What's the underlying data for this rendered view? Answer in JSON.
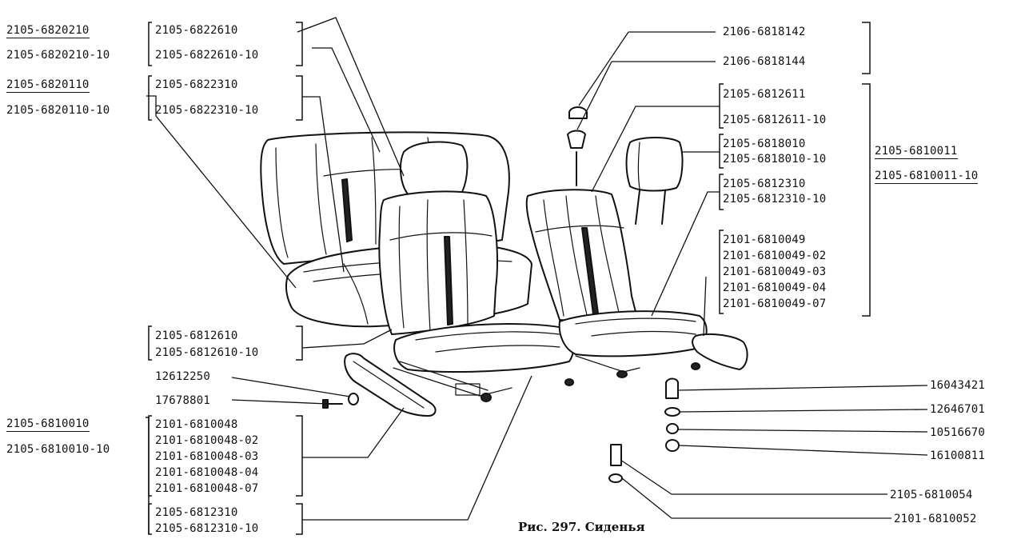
{
  "caption": "Рис. 297. Сиденья",
  "labels": {
    "rear_back_set": "2105-6820210",
    "rear_back_set_10": "2105-6820210-10",
    "rear_back_upholstery": "2105-6822610",
    "rear_back_upholstery_10": "2105-6822610-10",
    "rear_cushion_set": "2105-6820110",
    "rear_cushion_set_10": "2105-6820110-10",
    "rear_cushion_upholstery": "2105-6822310",
    "rear_cushion_upholstery_10": "2105-6822310-10",
    "hr_plug_a": "2106-6818142",
    "hr_plug_b": "2106-6818144",
    "front_back": "2105-6812611",
    "front_back_10": "2105-6812611-10",
    "headrest": "2105-6818010",
    "headrest_10": "2105-6818010-10",
    "front_seat_assy": "2105-6810011",
    "front_seat_assy_10": "2105-6810011-10",
    "front_cushion_r": "2105-6812310",
    "front_cushion_r_10": "2105-6812310-10",
    "slide_r_1": "2101-6810049",
    "slide_r_2": "2101-6810049-02",
    "slide_r_3": "2101-6810049-03",
    "slide_r_4": "2101-6810049-04",
    "slide_r_5": "2101-6810049-07",
    "front_back_l": "2105-6812610",
    "front_back_l_10": "2105-6812610-10",
    "screw_cap": "12612250",
    "screw": "17678801",
    "front_seat_l": "2105-6810010",
    "front_seat_l_10": "2105-6810010-10",
    "slide_l_1": "2101-6810048",
    "slide_l_2": "2101-6810048-02",
    "slide_l_3": "2101-6810048-03",
    "slide_l_4": "2101-6810048-04",
    "slide_l_5": "2101-6810048-07",
    "front_cushion_l": "2105-6812310",
    "front_cushion_l_10": "2105-6812310-10",
    "bolt": "16043421",
    "washer": "12646701",
    "spring_washer": "10516670",
    "nut": "16100811",
    "stud": "2105-6810054",
    "stud_washer": "2101-6810052"
  }
}
